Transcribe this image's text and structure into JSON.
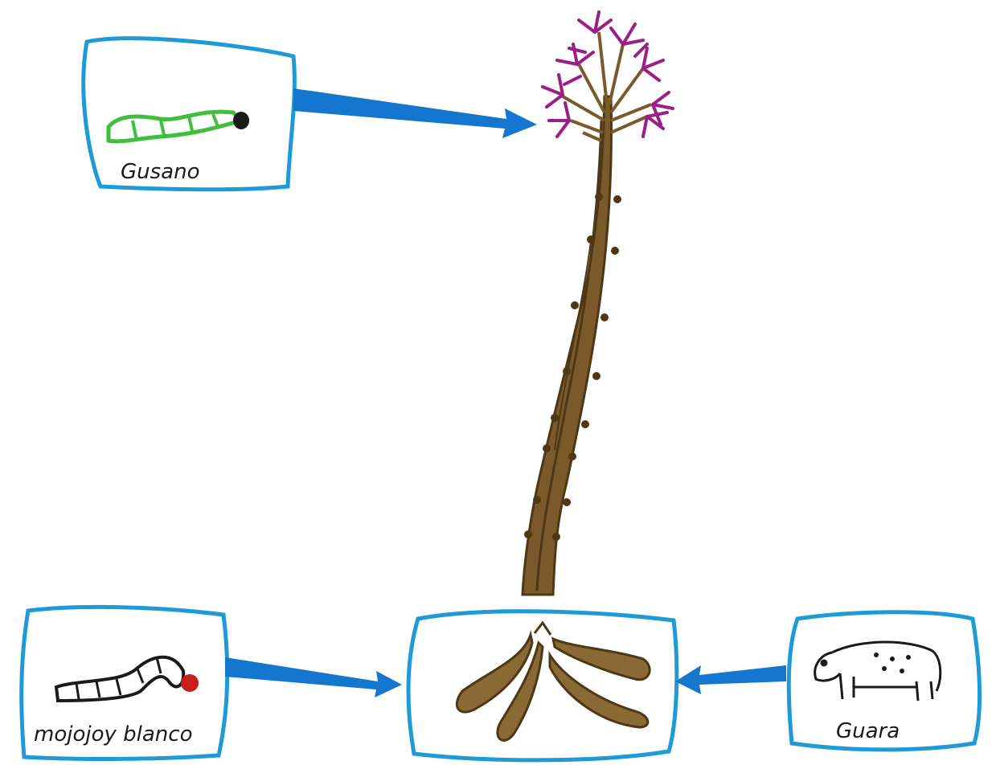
{
  "labels": {
    "gusano": "Gusano",
    "mojojoy": "mojojoy blanco",
    "guara": "Guara"
  },
  "icons": {
    "gusano": "green-caterpillar-icon",
    "mojojoy": "white-grub-icon",
    "guara": "guara-rodent-icon",
    "cassava_stem": "cassava-plant-icon",
    "cassava_roots": "cassava-roots-icon"
  },
  "colors": {
    "box_border": "#1e9ad6",
    "arrow": "#1476cf",
    "stem": "#7a5a2a",
    "stem_dark": "#4e3714",
    "leaves": "#9b1f86",
    "caterpillar": "#3fbf3a",
    "grub_head": "#c81e1e",
    "root_fill": "#8a6a34"
  }
}
